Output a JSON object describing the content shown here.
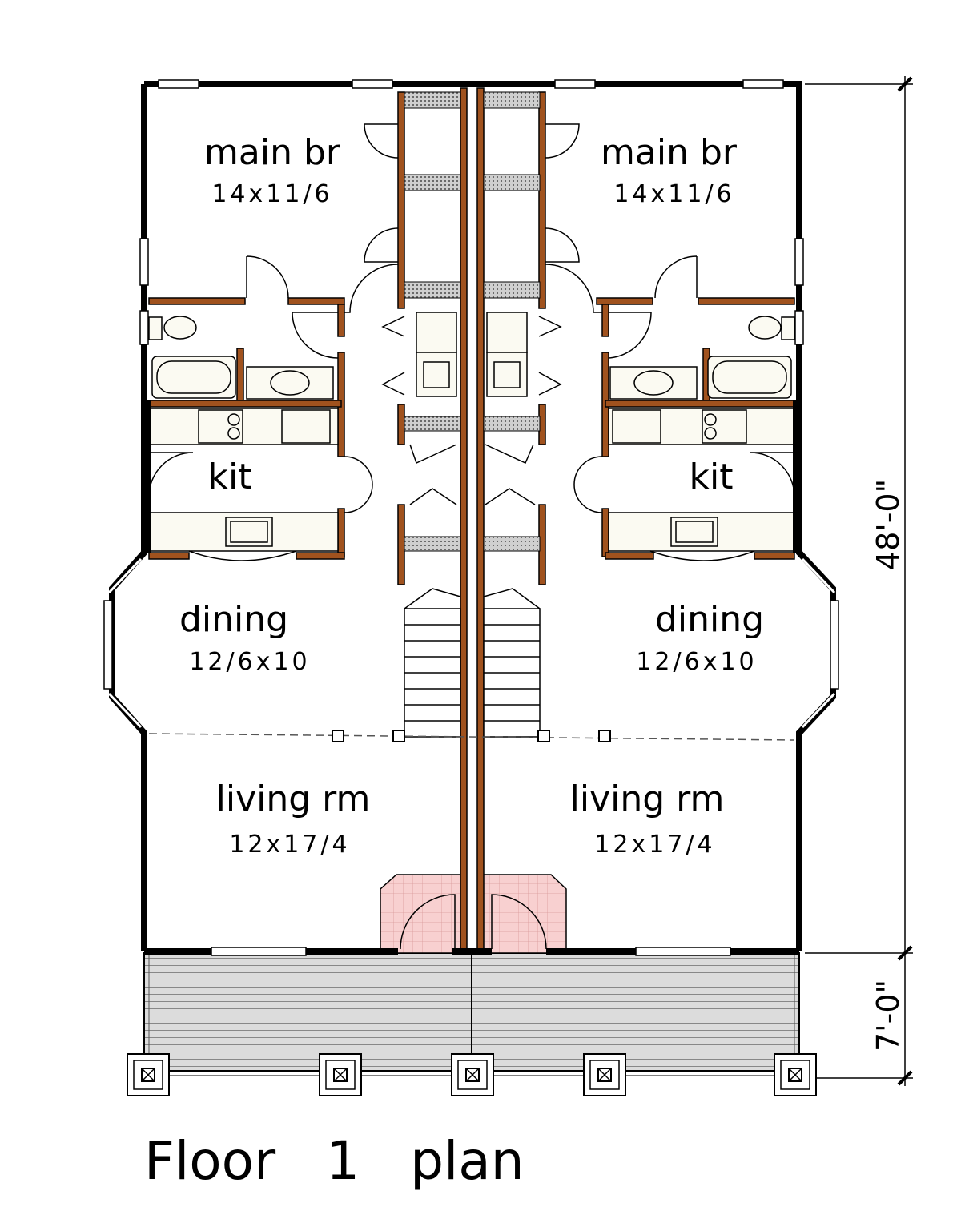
{
  "title": "Floor   1   plan",
  "colors": {
    "wall": "#000000",
    "interior_wall": "#a0521e",
    "porch": "#dddddd",
    "entry_tile": "#f8d0d0",
    "counter": "#f7f5ea",
    "closet": "#8a8a8a"
  },
  "units": [
    {
      "side": "left",
      "rooms": [
        {
          "name": "main br",
          "size": "14x11/6"
        },
        {
          "name": "kit",
          "size": ""
        },
        {
          "name": "dining",
          "size": "12/6x10"
        },
        {
          "name": "living rm",
          "size": "12x17/4"
        }
      ]
    },
    {
      "side": "right",
      "rooms": [
        {
          "name": "main br",
          "size": "14x11/6"
        },
        {
          "name": "kit",
          "size": ""
        },
        {
          "name": "dining",
          "size": "12/6x10"
        },
        {
          "name": "living rm",
          "size": "12x17/4"
        }
      ]
    }
  ],
  "dimensions": {
    "overall_depth": "48'-0\"",
    "porch_depth": "7'-0\""
  }
}
